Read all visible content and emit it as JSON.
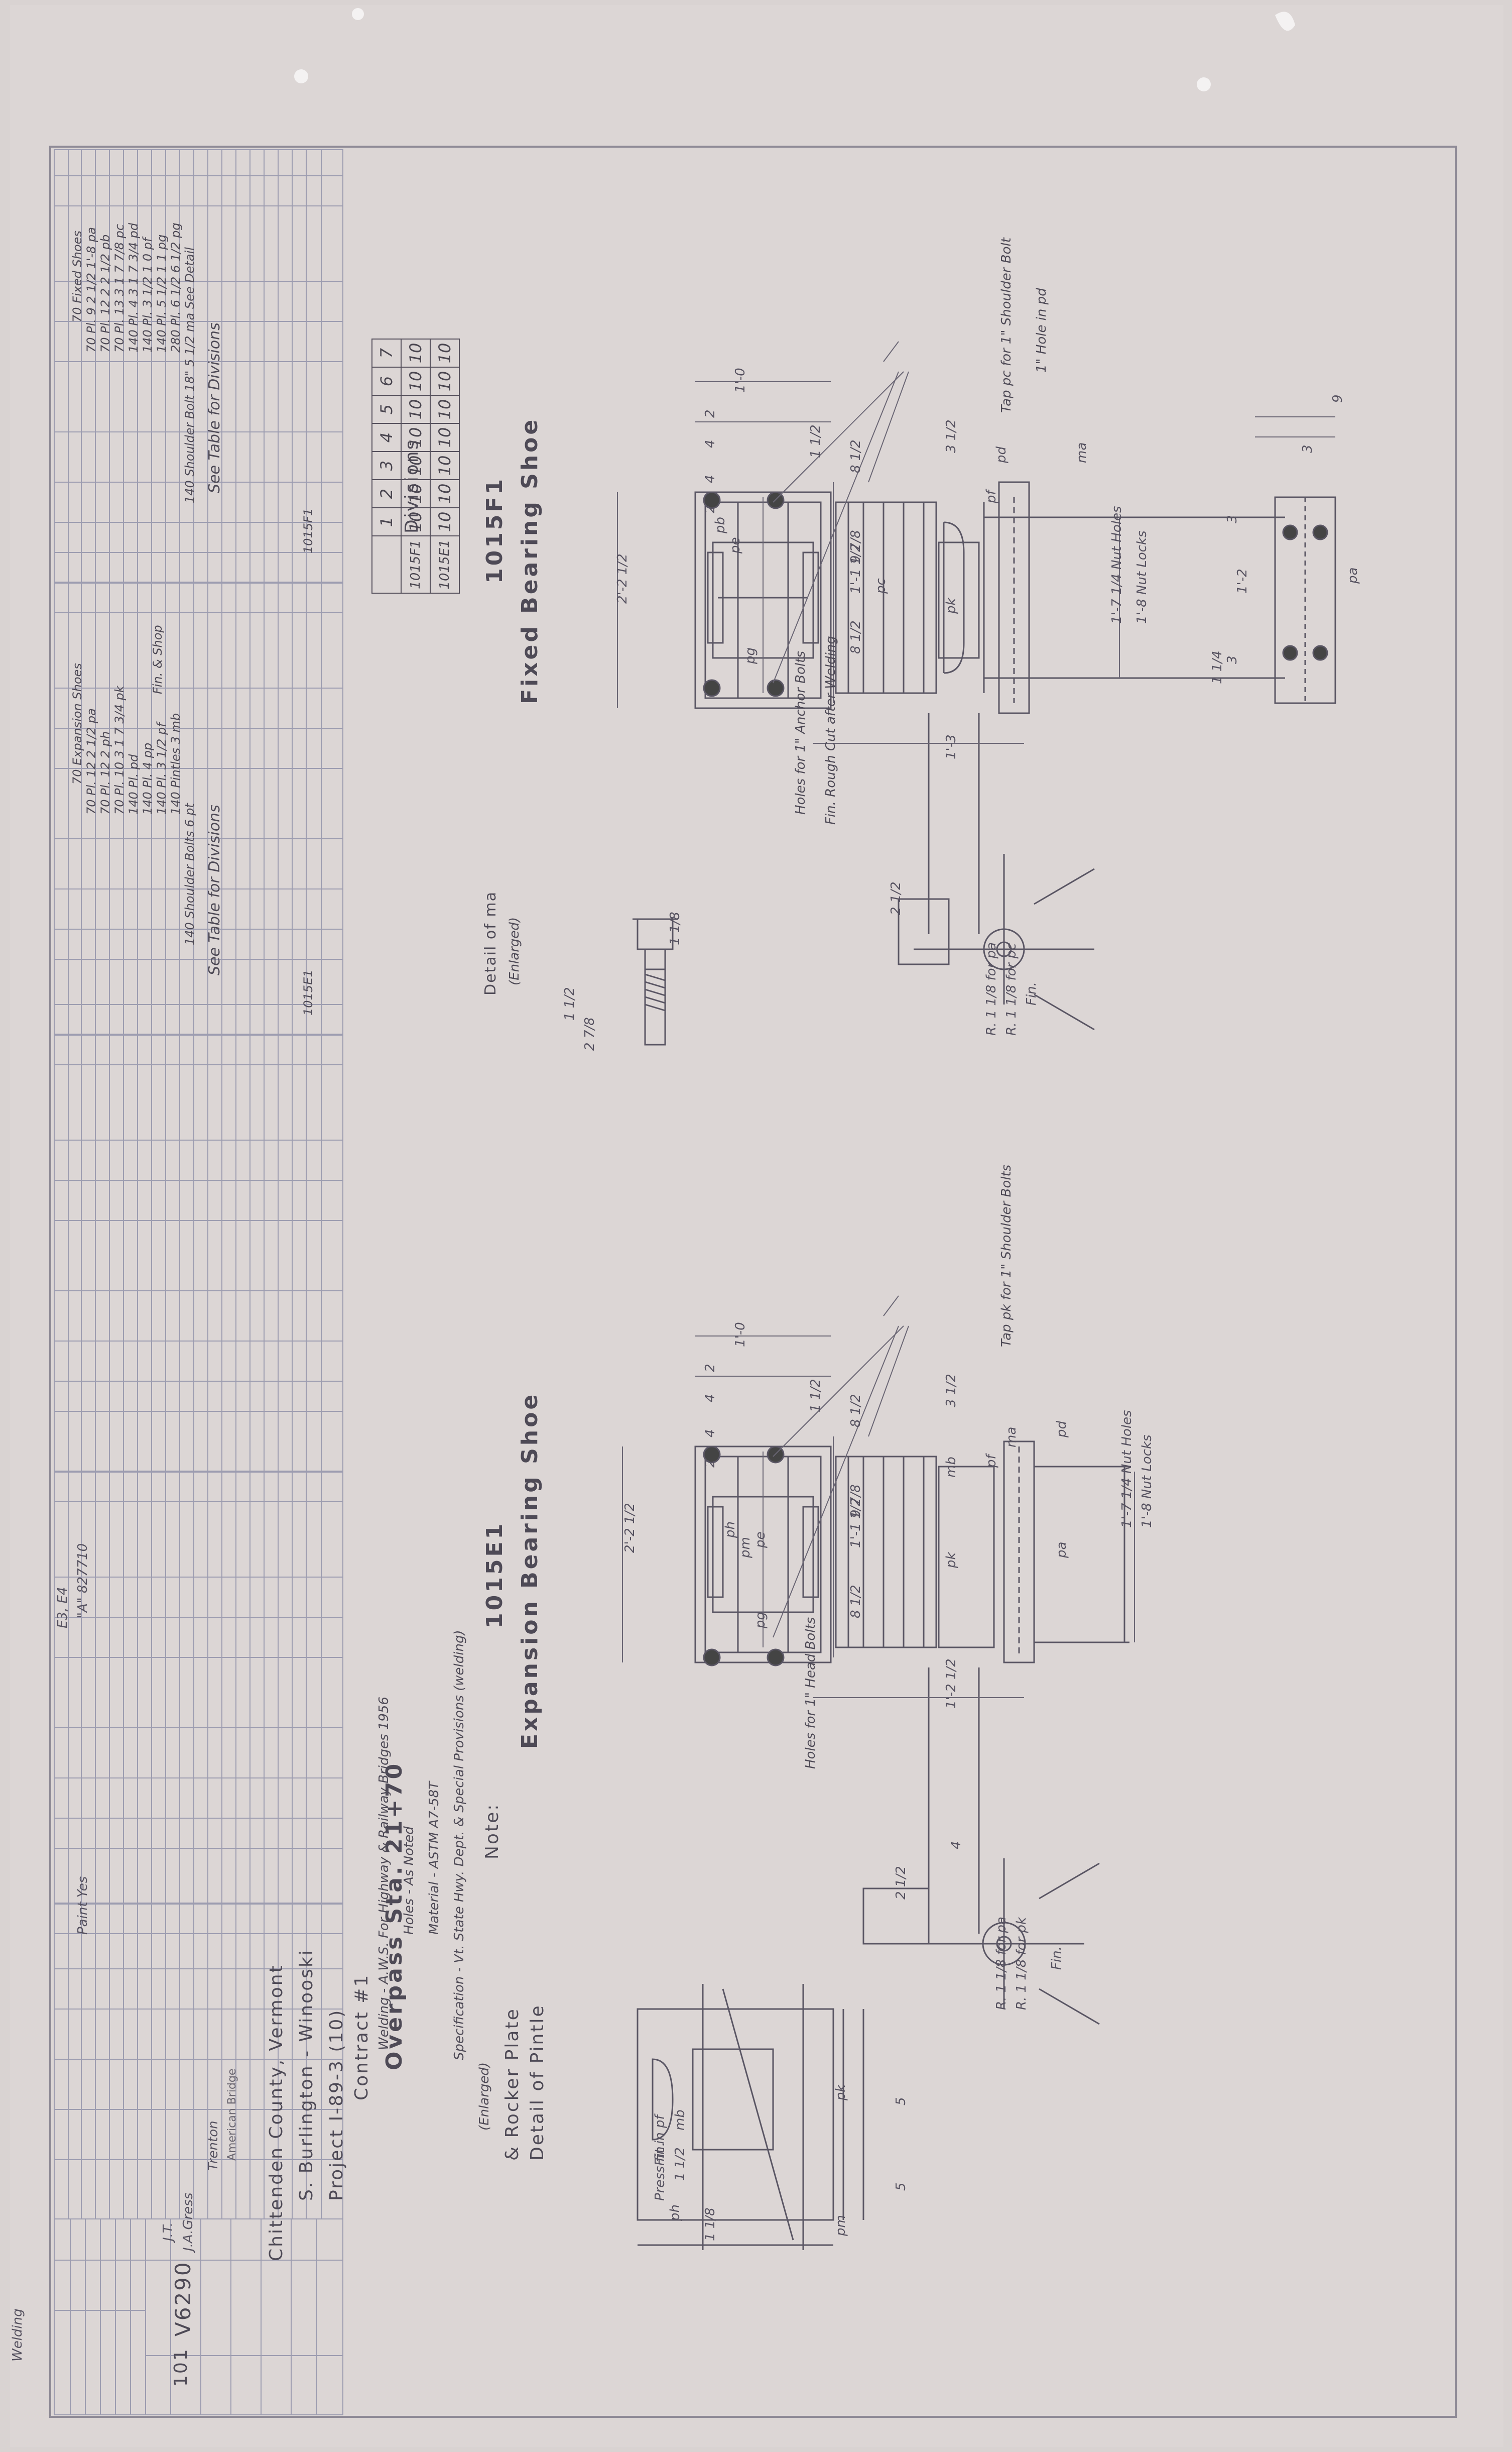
{
  "fixed_shoe": {
    "title": "Fixed Bearing Shoe",
    "mark": "1015F1",
    "labels": [
      "Tap pc for 1\" Shoulder Bolt",
      "1\" Hole in pd",
      "ma",
      "pd",
      "pf",
      "pb",
      "pa",
      "pc",
      "pe",
      "pg",
      "pk",
      "Fin. Rough Cut after Welding",
      "Holes for 1\" Anchor Bolts",
      "1'-8 Nut Locks",
      "1'-7 1/4 Nut Holes",
      "R. 1 1/8 for pc",
      "R. 1 1/8 for pa",
      "Fin."
    ],
    "dims": [
      "1'-0",
      "2",
      "4",
      "4",
      "2",
      "2'-2 1/2",
      "1'-1 1/2",
      "8 1/2",
      "9 7/8",
      "8 1/2",
      "1'-3",
      "1 1/2",
      "3 1/2",
      "2 1/2",
      "9",
      "3",
      "3",
      "1'-2",
      "1 1/4",
      "3"
    ]
  },
  "expansion_shoe": {
    "title": "Expansion Bearing Shoe",
    "mark": "1015E1",
    "labels": [
      "Tap pk for 1\" Shoulder Bolts",
      "ma",
      "pd",
      "pf",
      "mb",
      "pa",
      "ph",
      "pm",
      "pe",
      "pg",
      "pk",
      "Holes for 1\" Head Bolts",
      "1'-8 Nut Locks",
      "1'-7 1/4 Nut Holes",
      "R. 1 1/8 for pk",
      "R. 1 1/8 for pa",
      "Fin."
    ],
    "dims": [
      "1'-0",
      "2",
      "4",
      "4",
      "2",
      "2'-2 1/2",
      "1'-1 1/2",
      "8 1/2",
      "9 7/8",
      "8 1/2",
      "1'-2 1/2",
      "1 1/2",
      "3 1/2",
      "2 1/2",
      "4"
    ]
  },
  "detail_ma": {
    "title": "Detail of ma",
    "subtitle": "(Enlarged)",
    "dims": [
      "1 1/2",
      "2 7/8",
      "1 1/8"
    ]
  },
  "detail_pintle": {
    "title": "Detail of Pintle",
    "title2": "& Rocker Plate",
    "subtitle": "(Enlarged)",
    "labels": [
      "Fin.",
      "Press fit in pf",
      "mb",
      "pk",
      "ph",
      "pm",
      "1 1/2",
      "5",
      "5",
      "1 1/8"
    ]
  },
  "divisions": {
    "title": "Divisions",
    "columns": [
      "1",
      "2",
      "3",
      "4",
      "5",
      "6",
      "7"
    ],
    "rows": [
      {
        "mark": "1015F1",
        "values": [
          "10",
          "10",
          "10",
          "10",
          "10",
          "10",
          "10"
        ]
      },
      {
        "mark": "1015E1",
        "values": [
          "10",
          "10",
          "10",
          "10",
          "10",
          "10",
          "10"
        ]
      }
    ]
  },
  "note": {
    "title": "Note:",
    "lines": [
      "Specification - Vt. State Hwy. Dept. & Special Provisions (welding)",
      "Material - ASTM A7-58T",
      "Holes - As Noted",
      "Welding - A.W.S. For Highway & Railway Bridges 1956"
    ]
  },
  "bill_of_material": {
    "fixed": [
      "70 Fixed Shoes",
      "70 Pl. 9  2 1/2  1'-8  pa",
      "70 Pl. 12  2  2 1/2  pb",
      "70 Pl. 13  3  1  7 7/8  pc",
      "140 Pl. 4  3  1  7 3/4  pd",
      "140 Pl. 3 1/2  1  0  pf",
      "140 Pl. 5 1/2  1  1  pg",
      "280 Pl. 6 1/2  6 1/2  pg",
      "140 Shoulder Bolt 18\"  5 1/2  ma  See Detail"
    ],
    "expansion": [
      "70 Expansion Shoes",
      "70 Pl. 12  2 1/2  pa",
      "70 Pl. 12  2  ph",
      "70 Pl. 10  3  1  7 3/4  pk",
      "140 Pl.  pd",
      "140 Pl. 4  pp",
      "140 Pl. 3 1/2  pf",
      "140 Pintles  3  mb",
      "140 Shoulder Bolts  6  pt"
    ],
    "see_table": "See Table for Divisions",
    "fin_note": "Fin. & Shop",
    "marks": [
      "1015F1",
      "1015E1"
    ]
  },
  "title_block": {
    "project_title": "Overpass Sta. 21+70",
    "contract": "Contract #1",
    "project": "Project I-89-3 (10)",
    "location": "S. Burlington - Winooski",
    "county": "Chittenden County, Vermont",
    "company": "American Bridge",
    "drawing_number": "V6290",
    "sheet": "101",
    "plant": "Trenton",
    "in_charge": "J.A.Gress",
    "checked": "J.T.",
    "stamp": "E3, E4",
    "order_ref": "\"A\" 827710",
    "paint_label": "Paint Yes",
    "side_note": "Welding"
  },
  "colors": {
    "paper": "#d9d3d2",
    "ink": "#4e4a56",
    "grid": "#a8a8b8"
  }
}
